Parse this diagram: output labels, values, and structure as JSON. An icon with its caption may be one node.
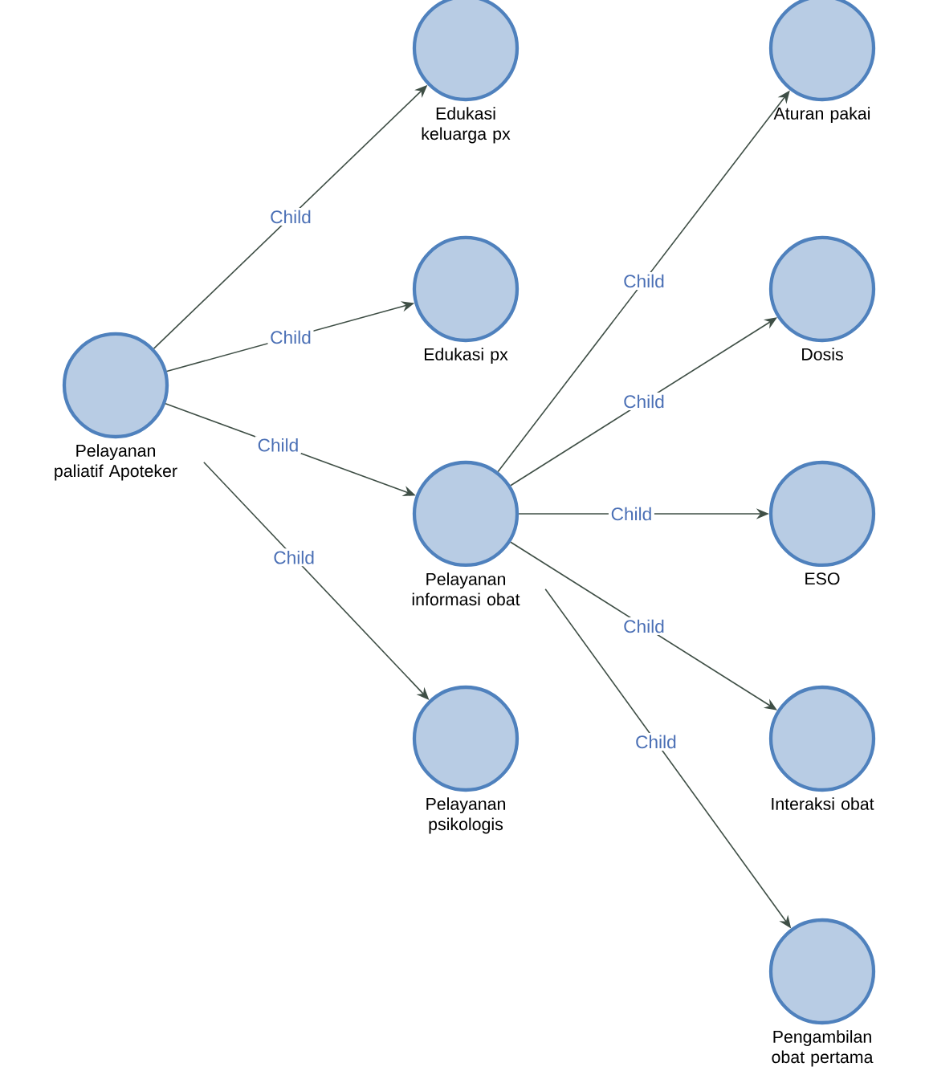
{
  "diagram": {
    "nodes": [
      {
        "text": [
          "Pelayanan paliatif Apoteker"
        ]
      },
      {
        "text": [
          "Edukasi keluarga px"
        ]
      },
      {
        "text": [
          "Edukasi px"
        ]
      },
      {
        "text": [
          "Pelayanan informasi obat"
        ]
      },
      {
        "text": [
          "Pelayanan psikologis"
        ]
      },
      {
        "text": [
          "Aturan pakai"
        ]
      },
      {
        "text": [
          "Dosis"
        ]
      },
      {
        "text": [
          "ESO"
        ]
      },
      {
        "text": [
          "Interaksi obat"
        ]
      },
      {
        "text": [
          "Pengambilan obat pertama"
        ]
      }
    ],
    "edges": [
      {
        "from": 0,
        "to": 1,
        "arrow": "to",
        "label": "Child"
      },
      {
        "from": 0,
        "to": 2,
        "arrow": "to",
        "label": "Child"
      },
      {
        "from": 0,
        "to": 3,
        "arrow": "to",
        "label": "Child"
      },
      {
        "from": 0,
        "to": 4,
        "arrow": "to",
        "label": "Child"
      },
      {
        "from": 3,
        "to": 5,
        "arrow": "to",
        "label": "Child"
      },
      {
        "from": 3,
        "to": 6,
        "arrow": "to",
        "label": "Child"
      },
      {
        "from": 3,
        "to": 7,
        "arrow": "to",
        "label": "Child"
      },
      {
        "from": 3,
        "to": 8,
        "arrow": "to",
        "label": "Child"
      },
      {
        "from": 3,
        "to": 9,
        "arrow": "to",
        "label": "Child"
      }
    ]
  }
}
